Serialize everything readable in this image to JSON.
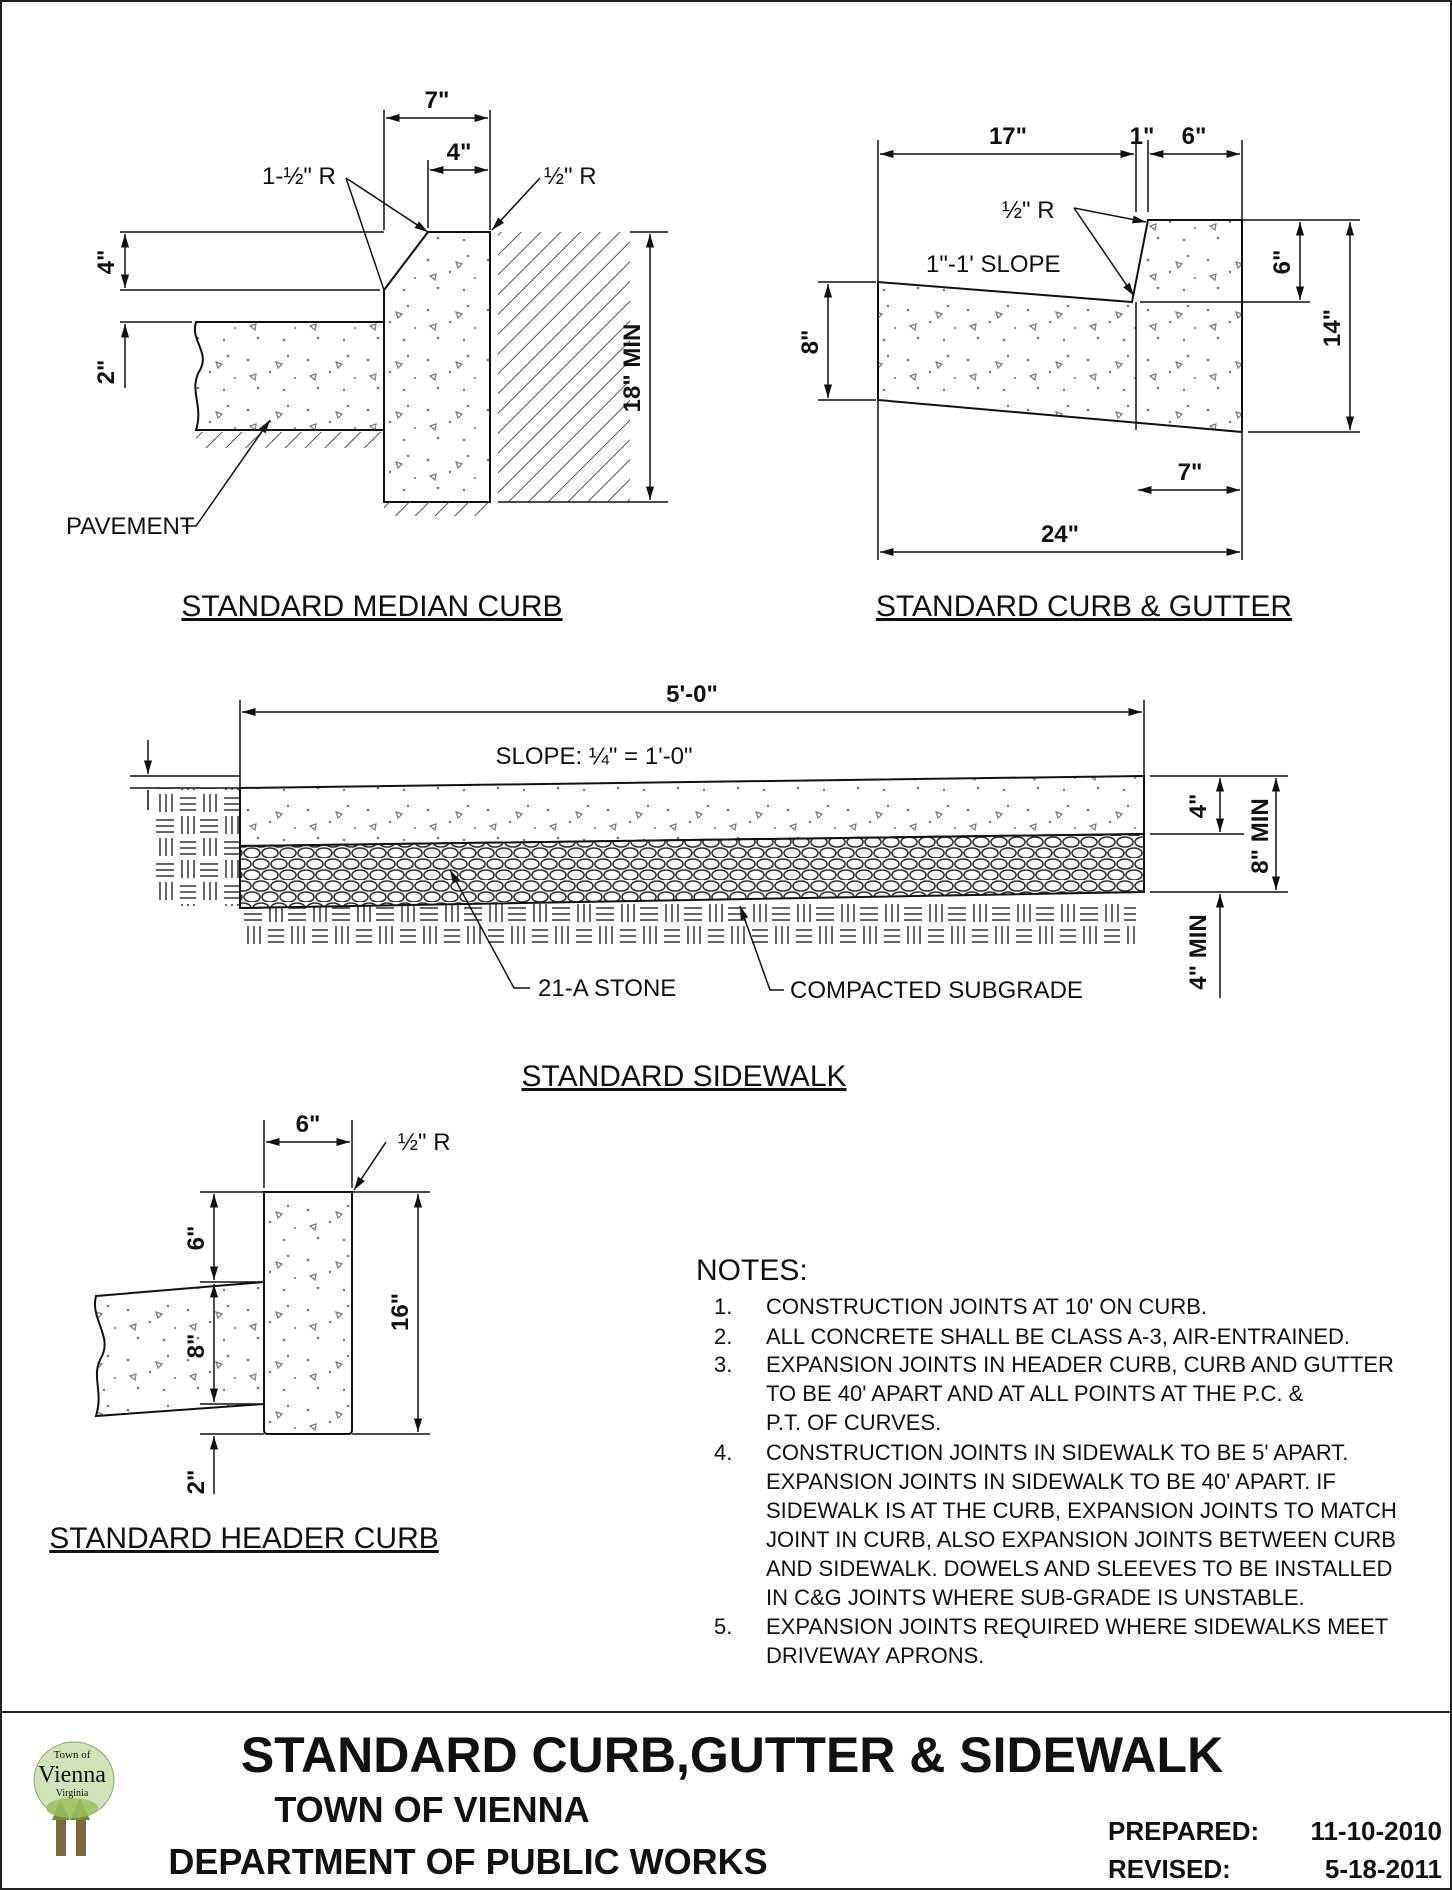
{
  "median_curb": {
    "title": "STANDARD MEDIAN CURB",
    "dims": {
      "top_width": "7\"",
      "inner_width": "4\"",
      "radius_left": "1-½\" R",
      "radius_right": "½\" R",
      "face_height": "4\"",
      "pavement_offset": "2\"",
      "depth": "18\" MIN"
    },
    "pavement_label": "PAVEMENT"
  },
  "curb_gutter": {
    "title": "STANDARD CURB & GUTTER",
    "dims": {
      "gutter_width": "17\"",
      "joint": "1\"",
      "curb_top": "6\"",
      "radius": "½\" R",
      "slope": "1\"-1' SLOPE",
      "gutter_depth": "8\"",
      "curb_face": "6\"",
      "curb_height": "14\"",
      "curb_base": "7\"",
      "total_width": "24\""
    }
  },
  "sidewalk": {
    "title": "STANDARD SIDEWALK",
    "dims": {
      "width": "5'-0\"",
      "slope": "SLOPE: ¼\" = 1'-0\"",
      "thickness": "4\"",
      "total": "8\" MIN",
      "subgrade": "4\" MIN"
    },
    "stone_label": "21-A STONE",
    "subgrade_label": "COMPACTED SUBGRADE"
  },
  "header_curb": {
    "title": "STANDARD HEADER CURB",
    "dims": {
      "width": "6\"",
      "radius": "½\" R",
      "top": "6\"",
      "slab": "8\"",
      "bottom": "2\"",
      "height": "16\""
    }
  },
  "notes": {
    "heading": "NOTES:",
    "items": [
      {
        "num": "1.",
        "lines": [
          "CONSTRUCTION JOINTS AT 10' ON CURB."
        ]
      },
      {
        "num": "2.",
        "lines": [
          "ALL CONCRETE SHALL BE CLASS A-3, AIR-ENTRAINED."
        ]
      },
      {
        "num": "3.",
        "lines": [
          "EXPANSION JOINTS IN HEADER CURB, CURB AND GUTTER",
          "TO BE 40' APART AND AT ALL POINTS AT THE P.C. &",
          "P.T. OF CURVES."
        ]
      },
      {
        "num": "4.",
        "lines": [
          "CONSTRUCTION JOINTS IN SIDEWALK TO BE 5' APART.",
          "EXPANSION JOINTS IN SIDEWALK TO BE 40' APART. IF",
          "SIDEWALK IS AT THE CURB, EXPANSION JOINTS TO MATCH",
          "JOINT IN CURB, ALSO EXPANSION JOINTS BETWEEN CURB",
          "AND SIDEWALK. DOWELS AND SLEEVES TO BE INSTALLED",
          "IN C&G JOINTS WHERE SUB-GRADE IS UNSTABLE."
        ]
      },
      {
        "num": "5.",
        "lines": [
          "EXPANSION JOINTS REQUIRED WHERE SIDEWALKS MEET",
          "DRIVEWAY APRONS."
        ]
      }
    ]
  },
  "title_block": {
    "title": "STANDARD CURB,GUTTER & SIDEWALK",
    "org1": "TOWN OF VIENNA",
    "org2": "DEPARTMENT OF PUBLIC WORKS",
    "prepared_label": "PREPARED:",
    "prepared_date": "11-10-2010",
    "revised_label": "REVISED:",
    "revised_date": "5-18-2011",
    "logo": {
      "line1": "Town of",
      "line2": "Vienna",
      "line3": "Virginia"
    }
  }
}
